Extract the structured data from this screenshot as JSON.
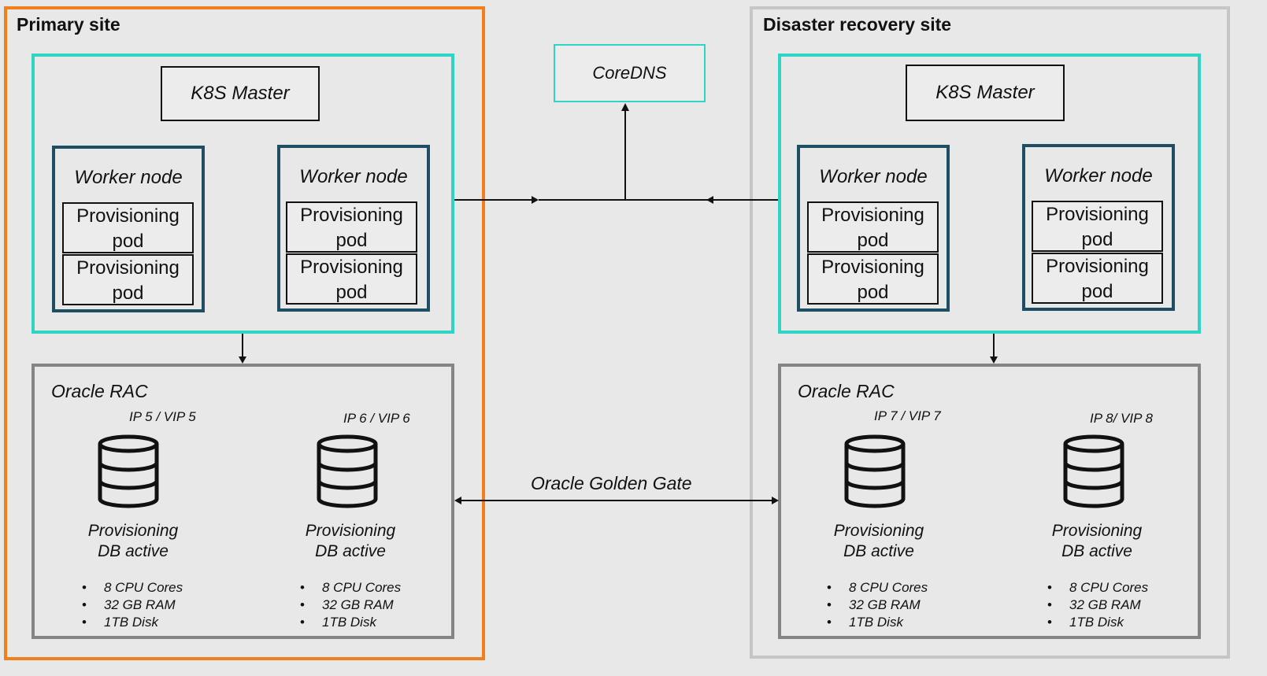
{
  "primary": {
    "title": "Primary site",
    "master": "K8S Master",
    "workers": [
      {
        "title": "Worker node",
        "pods": [
          [
            "Provisioning",
            "pod"
          ],
          [
            "Provisioning",
            "pod"
          ]
        ]
      },
      {
        "title": "Worker node",
        "pods": [
          [
            "Provisioning",
            "pod"
          ],
          [
            "Provisioning",
            "pod"
          ]
        ]
      }
    ],
    "rac": {
      "title": "Oracle RAC",
      "dbs": [
        {
          "ip": "IP 5 / VIP 5",
          "label": [
            "Provisioning",
            "DB active"
          ],
          "specs": [
            "8 CPU Cores",
            "32 GB RAM",
            "1TB Disk"
          ]
        },
        {
          "ip": "IP 6 / VIP 6",
          "label": [
            "Provisioning",
            "DB active"
          ],
          "specs": [
            "8 CPU Cores",
            "32 GB RAM",
            "1TB Disk"
          ]
        }
      ]
    }
  },
  "dr": {
    "title": "Disaster recovery site",
    "master": "K8S Master",
    "workers": [
      {
        "title": "Worker node",
        "pods": [
          [
            "Provisioning",
            "pod"
          ],
          [
            "Provisioning",
            "pod"
          ]
        ]
      },
      {
        "title": "Worker node",
        "pods": [
          [
            "Provisioning",
            "pod"
          ],
          [
            "Provisioning",
            "pod"
          ]
        ]
      }
    ],
    "rac": {
      "title": "Oracle RAC",
      "dbs": [
        {
          "ip": "IP 7 / VIP 7",
          "label": [
            "Provisioning",
            "DB active"
          ],
          "specs": [
            "8  CPU Cores",
            "32 GB RAM",
            "1TB Disk"
          ]
        },
        {
          "ip": "IP 8/ VIP 8",
          "label": [
            "Provisioning",
            "DB active"
          ],
          "specs": [
            "8 CPU Cores",
            "32 GB RAM",
            "1TB Disk"
          ]
        }
      ]
    }
  },
  "coredns": "CoreDNS",
  "golden_gate": "Oracle Golden Gate",
  "colors": {
    "primary_border": "#f07f1c",
    "dr_border": "#c6c6c6",
    "cluster_border": "#2fd4c4",
    "worker_border": "#1d4e63",
    "rac_border": "#858585"
  }
}
